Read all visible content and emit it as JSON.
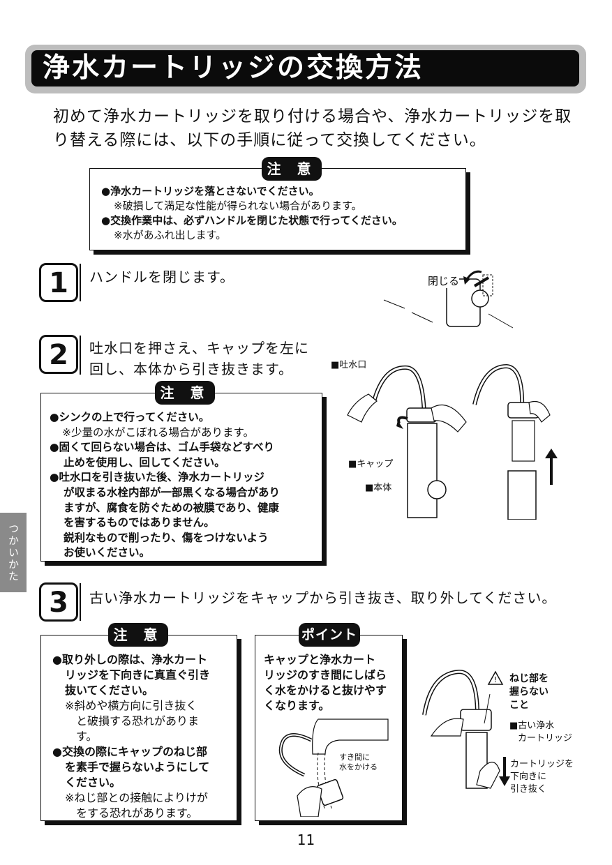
{
  "title": "浄水カートリッジの交換方法",
  "intro": [
    "初めて浄水カートリッジを取り付ける場合や、浄水カートリッジを取",
    "り替える際には、以下の手順に従って交換してください。"
  ],
  "caution_label": "注 意",
  "point_label": "ポイント",
  "caution_top": [
    {
      "text": "●浄水カートリッジを落とさないでください。",
      "bold": true
    },
    {
      "text": "※破損して満足な性能が得られない場合があります。",
      "bold": false
    },
    {
      "text": "●交換作業中は、必ずハンドルを閉じた状態で行ってください。",
      "bold": true
    },
    {
      "text": "※水があふれ出します。",
      "bold": false
    }
  ],
  "steps": [
    {
      "num": "1",
      "lines": [
        "ハンドルを閉じます。"
      ]
    },
    {
      "num": "2",
      "lines": [
        "吐水口を押さえ、キャップを左に",
        "回し、本体から引き抜きます。"
      ]
    },
    {
      "num": "3",
      "lines": [
        "古い浄水カートリッジをキャップから引き抜き、取り外してください。"
      ]
    }
  ],
  "step1_labels": {
    "close": "閉じる"
  },
  "step2_labels": {
    "spout": "■吐水口",
    "cap": "■キャップ",
    "body": "■本体"
  },
  "caution_step2": [
    {
      "text": "●シンクの上で行ってください。",
      "bold": true
    },
    {
      "text": "※少量の水がこぼれる場合があります。",
      "bold": false
    },
    {
      "text": "●固くて回らない場合は、ゴム手袋などすべり",
      "bold": true
    },
    {
      "text": "止めを使用し、回してください。",
      "bold": true
    },
    {
      "text": "●吐水口を引き抜いた後、浄水カートリッジ",
      "bold": true
    },
    {
      "text": "が収まる水栓内部が一部黒くなる場合があり",
      "bold": true
    },
    {
      "text": "ますが、腐食を防ぐための被膜であり、健康",
      "bold": true
    },
    {
      "text": "を害するものではありません。",
      "bold": true
    },
    {
      "text": "鋭利なもので削ったり、傷をつけないよう",
      "bold": true
    },
    {
      "text": "お使いください。",
      "bold": true
    }
  ],
  "caution_step3": [
    {
      "text": "●取り外しの際は、浄水カート",
      "bold": true
    },
    {
      "text": "リッジを下向きに真直ぐ引き",
      "bold": true
    },
    {
      "text": "抜いてください。",
      "bold": true
    },
    {
      "text": "※斜めや横方向に引き抜く",
      "bold": false
    },
    {
      "text": "と破損する恐れがありま",
      "bold": false
    },
    {
      "text": "す。",
      "bold": false
    },
    {
      "text": "●交換の際にキャップのねじ部",
      "bold": true
    },
    {
      "text": "を素手で握らないようにして",
      "bold": true
    },
    {
      "text": "ください。",
      "bold": true
    },
    {
      "text": "※ねじ部との接触によりけが",
      "bold": false
    },
    {
      "text": "をする恐れがあります。",
      "bold": false
    }
  ],
  "point_step3": [
    "キャップと浄水カート",
    "リッジのすき間にしばら",
    "く水をかけると抜けやす",
    "くなります。"
  ],
  "point_labels": {
    "gap1": "すき間に",
    "gap2": "水をかける"
  },
  "step3_labels": {
    "warn1": "ねじ部を",
    "warn2": "握らない",
    "warn3": "こと",
    "old1": "■古い浄水",
    "old2": "カートリッジ",
    "pull1": "カートリッジを",
    "pull2": "下向きに",
    "pull3": "引き抜く"
  },
  "side_tab": "つかいかた",
  "page_number": "11"
}
